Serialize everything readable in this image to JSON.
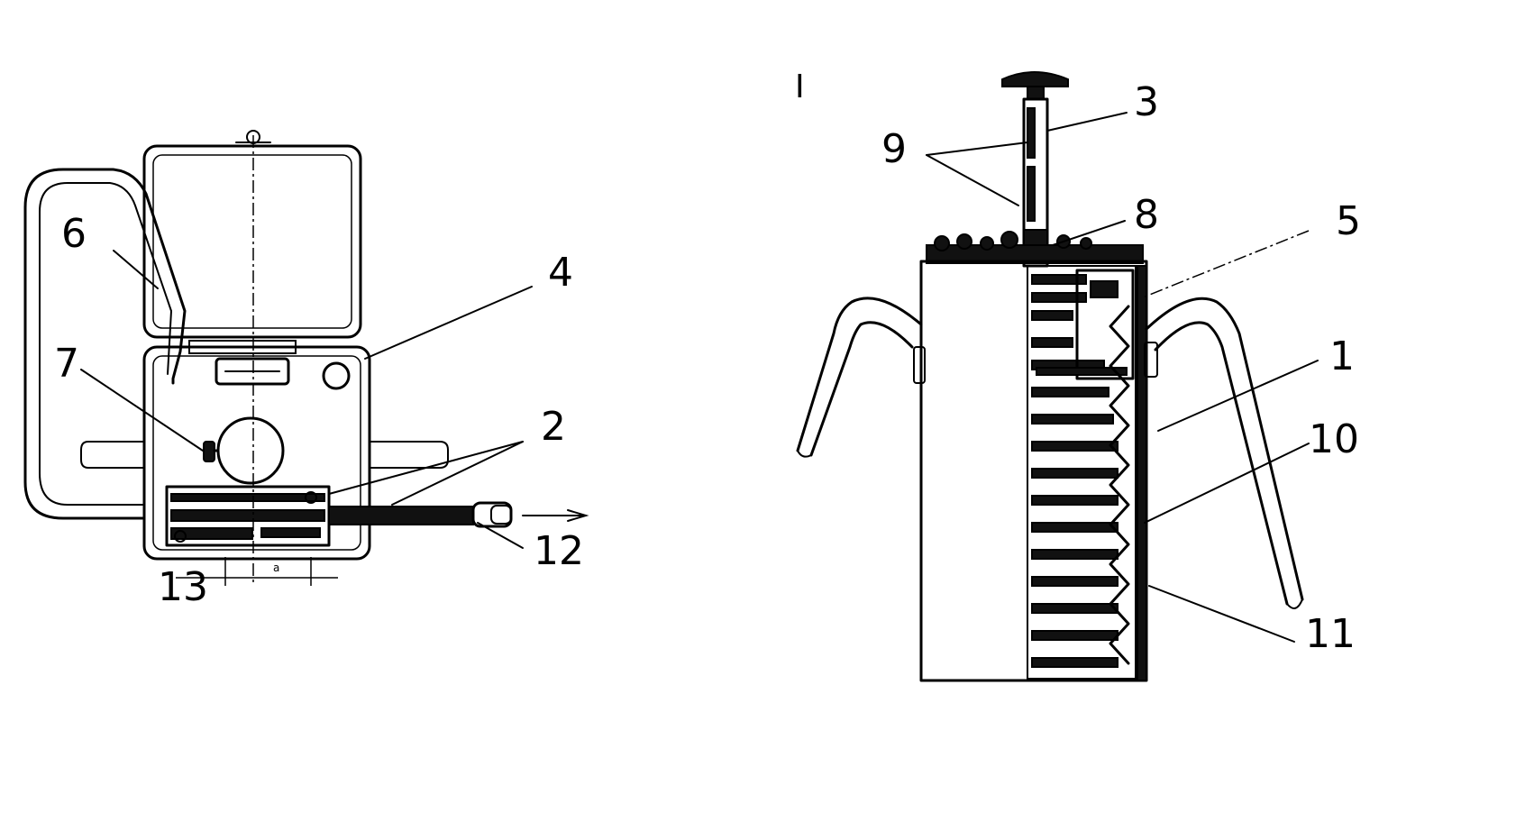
{
  "figure": {
    "panel_mark": "I",
    "dimension_mark": "a",
    "left_view": {
      "labels": {
        "l2": "2",
        "l4": "4",
        "l6": "6",
        "l7": "7",
        "l12": "12",
        "l13": "13"
      }
    },
    "right_view": {
      "labels": {
        "l1": "1",
        "l3": "3",
        "l5": "5",
        "l8": "8",
        "l9": "9",
        "l10": "10",
        "l11": "11"
      }
    }
  }
}
